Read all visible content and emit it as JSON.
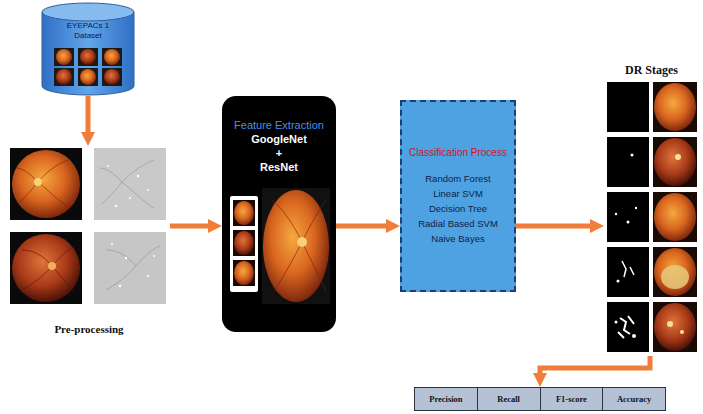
{
  "diagram": {
    "nodes": [
      {
        "text": [
          "EYEPACs 1 Dataset"
        ]
      },
      {
        "text": [
          "Pre-processing"
        ]
      },
      {
        "text": [
          "Feature Extraction",
          "GoogleNet + ResNet"
        ]
      },
      {
        "text": [
          "Classification Process",
          "Random Forest",
          "Linear SVM",
          "Decision Tree",
          "Radial Based SVM",
          "Naive Bayes"
        ]
      },
      {
        "text": [
          "DR Stages"
        ]
      },
      {
        "text": [
          "Precision",
          "Recall",
          "F1-score",
          "Accuracy"
        ]
      }
    ],
    "edges": [
      {
        "from": 0,
        "to": 1,
        "arrow": "to"
      },
      {
        "from": 1,
        "to": 2,
        "arrow": "to"
      },
      {
        "from": 2,
        "to": 3,
        "arrow": "to"
      },
      {
        "from": 3,
        "to": 4,
        "arrow": "to"
      },
      {
        "from": 4,
        "to": 5,
        "arrow": "to"
      }
    ]
  }
}
